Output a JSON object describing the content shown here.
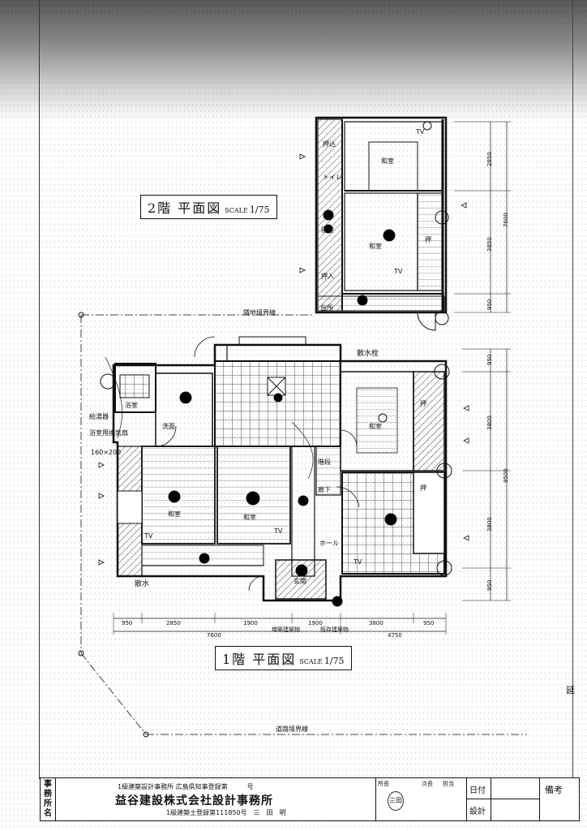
{
  "floor2": {
    "title": "2階 平面図",
    "scale_label": "SCALE",
    "scale_value": "1/75",
    "rooms": {
      "washitsu_a": "和室",
      "washitsu_b": "和室",
      "oshi_1": "押込",
      "oshi_2": "押",
      "oshi_3": "押入",
      "toilet": "トイレ",
      "bedroom": "寝室",
      "kitchenette": "台所"
    },
    "tv_labels": [
      "TV",
      "TV"
    ],
    "dims": [
      "2850",
      "3850",
      "950",
      "7600"
    ]
  },
  "floor1": {
    "title": "1階 平面図",
    "scale_label": "SCALE",
    "scale_value": "1/75",
    "boundary_top": "隣地境界線",
    "boundary_bottom": "道路境界線",
    "sprinkler_post": "散水栓",
    "sprinkler": "散水",
    "bath_label": "浴室",
    "heater_note": "給湯器",
    "heater_label": "浴室用換気扇",
    "bath_size": "160×200",
    "rooms": {
      "washitsu_1": "和室",
      "washitsu_2": "和室",
      "washitsu_3": "和室",
      "oshi_a": "押",
      "oshi_b": "押",
      "genkan": "玄関",
      "hall": "ホール",
      "rouka": "廊下",
      "kaidan": "階段",
      "senmen": "洗面"
    },
    "tv_labels": [
      "TV",
      "TV",
      "TV"
    ],
    "dims_bottom": [
      "950",
      "2850",
      "1900",
      "1900",
      "3800",
      "950"
    ],
    "dims_total": [
      "7600",
      "4750"
    ],
    "dims_total_note": [
      "増築建築物",
      "既存建築物"
    ],
    "dims_right": [
      "950",
      "3800",
      "9500",
      "3800",
      "950"
    ]
  },
  "title_block": {
    "office_label": "事務所名",
    "registration": "1級建築設計事務所 広島県知事登録第　　　号",
    "company": "益谷建設株式会社設計事務所",
    "architect": "1級建築士登録第111850号　三　田　明",
    "headers": [
      "所長",
      "次長",
      "担当"
    ],
    "stamp": "三田",
    "date_label": "日付",
    "design_label": "設計",
    "remarks_label": "備考"
  },
  "margin_note": "延",
  "colors": {
    "ink": "#111111",
    "paper": "#ffffff"
  }
}
